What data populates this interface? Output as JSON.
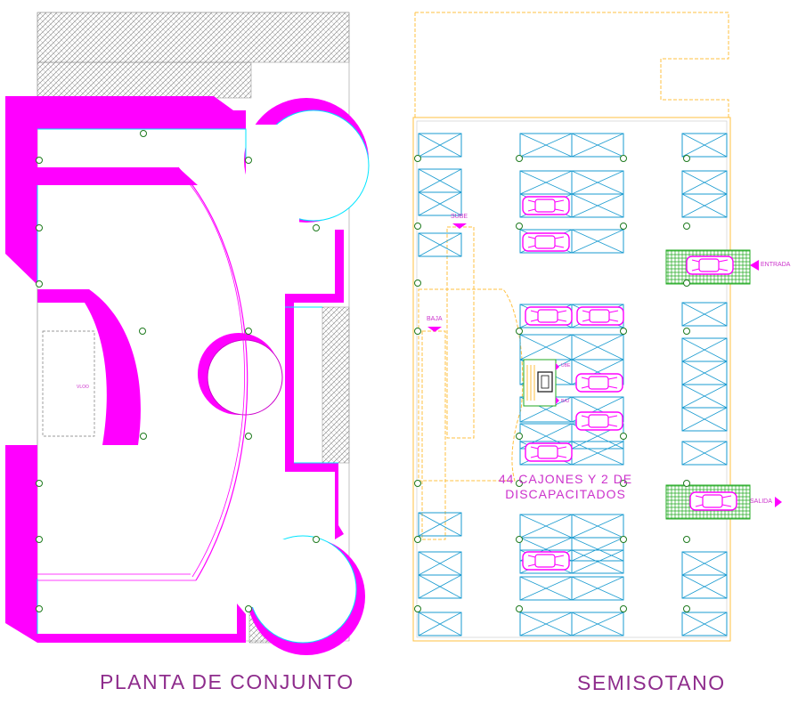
{
  "left_plan": {
    "title": "PLANTA DE CONJUNTO",
    "tiny_label": "VLOO"
  },
  "right_plan": {
    "title": "SEMISOTANO",
    "capacity_note_line1": "44 CAJONES Y 2 DE",
    "capacity_note_line2": "DISCAPACITADOS",
    "entrada_label": "ENTRADA",
    "salida_label": "SALIDA",
    "sube_label": "SUBE",
    "baja_label": "BAJA",
    "stair_up_label": "UBE",
    "stair_down_label": "BAJ"
  },
  "colors": {
    "wall": "#ff00ff",
    "stall": "#1a9bd0",
    "column": "#1e7a1e",
    "outline": "#ffc040",
    "title": "#8e2c8c",
    "ramp": "#22aa22"
  }
}
